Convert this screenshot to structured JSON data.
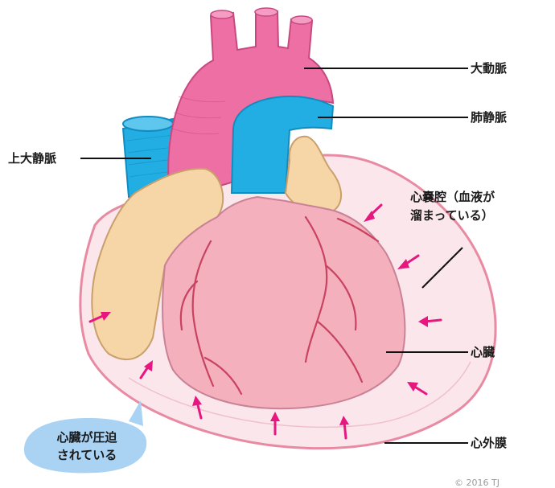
{
  "labels": {
    "aorta": "大動脈",
    "pulmonary_vein": "肺静脈",
    "superior_vena_cava": "上大静脈",
    "pericardial_cavity_line1": "心嚢腔（血液が",
    "pericardial_cavity_line2": "溜まっている）",
    "heart": "心臓",
    "pericardium": "心外膜"
  },
  "callout": {
    "text": "心臓が圧迫\nされている"
  },
  "copyright": "© 2016 TJ",
  "colors": {
    "aorta": "#ee6fa3",
    "vein": "#23aee3",
    "atrium": "#f6d5a6",
    "heart": "#f4b0bc",
    "pericardium_fill": "#fbe6ec",
    "pericardium_stroke": "#e88aa2",
    "arrow": "#e8177f",
    "coronary": "#c94262",
    "bubble": "#a9d2f3"
  }
}
